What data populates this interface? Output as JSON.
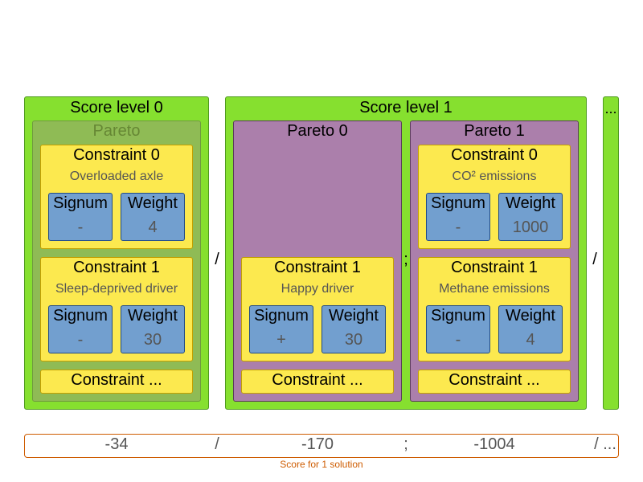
{
  "levels": {
    "level0": {
      "title": "Score level 0",
      "pareto": {
        "title": "Pareto",
        "c0": {
          "title": "Constraint 0",
          "name": "Overloaded axle",
          "signum_label": "Signum",
          "signum": "-",
          "weight_label": "Weight",
          "weight": "4"
        },
        "c1": {
          "title": "Constraint 1",
          "name": "Sleep-deprived driver",
          "signum_label": "Signum",
          "signum": "-",
          "weight_label": "Weight",
          "weight": "30"
        },
        "more": "Constraint ..."
      }
    },
    "level1": {
      "title": "Score level 1",
      "pareto0": {
        "title": "Pareto 0",
        "c1": {
          "title": "Constraint 1",
          "name": "Happy driver",
          "signum_label": "Signum",
          "signum": "+",
          "weight_label": "Weight",
          "weight": "30"
        },
        "more": "Constraint ..."
      },
      "pareto1": {
        "title": "Pareto 1",
        "c0": {
          "title": "Constraint 0",
          "name": "CO² emissions",
          "signum_label": "Signum",
          "signum": "-",
          "weight_label": "Weight",
          "weight": "1000"
        },
        "c1": {
          "title": "Constraint 1",
          "name": "Methane emissions",
          "signum_label": "Signum",
          "signum": "-",
          "weight_label": "Weight",
          "weight": "4"
        },
        "more": "Constraint ..."
      }
    },
    "more": "..."
  },
  "separators": {
    "slash": "/",
    "semicolon": ";"
  },
  "score": {
    "level0": "-34",
    "sep1": "/",
    "pareto0": "-170",
    "sep2": ";",
    "pareto1": "-1004",
    "sep3": "/ ...",
    "caption": "Score for 1 solution"
  },
  "colors": {
    "level": "#86e02f",
    "pareto_green": "#8fbb55",
    "pareto_purple": "#ab7fab",
    "constraint": "#fce94f",
    "field": "#729fcf",
    "accent": "#ce5c00"
  }
}
